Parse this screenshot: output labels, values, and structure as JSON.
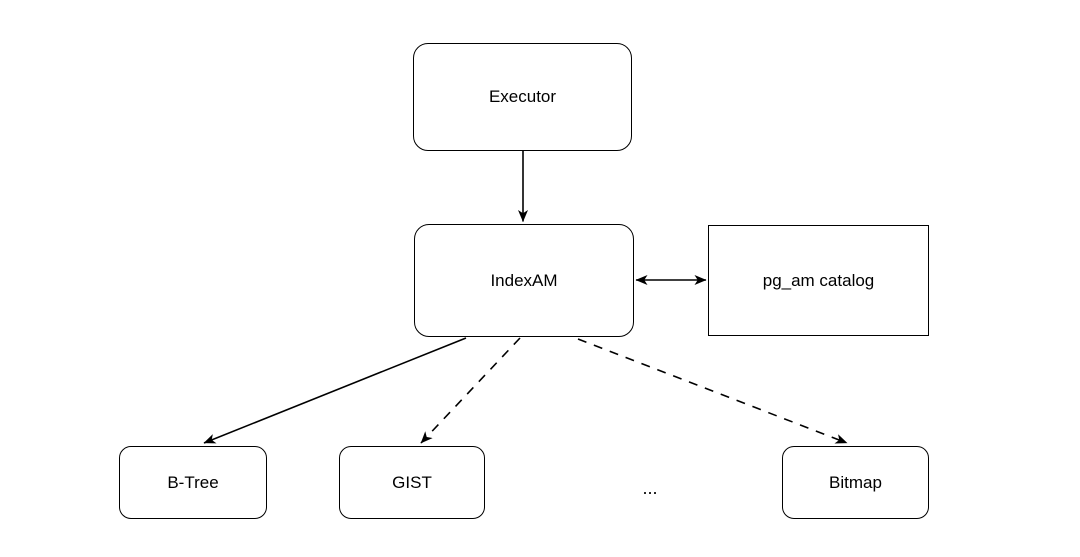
{
  "canvas": {
    "background_color": "#ffffff",
    "stroke_color": "#000000",
    "node_fill_color": "#ffffff",
    "text_color": "#000000"
  },
  "nodes": {
    "executor": {
      "label": "Executor",
      "shape": "rounded-rectangle"
    },
    "indexam": {
      "label": "IndexAM",
      "shape": "rounded-rectangle"
    },
    "pg_am_catalog": {
      "label": "pg_am catalog",
      "shape": "rectangle"
    },
    "btree": {
      "label": "B-Tree",
      "shape": "rounded-rectangle"
    },
    "gist": {
      "label": "GIST",
      "shape": "rounded-rectangle"
    },
    "ellipsis": {
      "label": "...",
      "shape": "text-only"
    },
    "bitmap": {
      "label": "Bitmap",
      "shape": "rounded-rectangle"
    }
  },
  "edges": [
    {
      "from": "executor",
      "to": "indexam",
      "style": "solid",
      "direction": "one-way"
    },
    {
      "from": "indexam",
      "to": "pg_am_catalog",
      "style": "solid",
      "direction": "two-way"
    },
    {
      "from": "indexam",
      "to": "btree",
      "style": "solid",
      "direction": "one-way"
    },
    {
      "from": "indexam",
      "to": "gist",
      "style": "dashed",
      "direction": "one-way"
    },
    {
      "from": "indexam",
      "to": "bitmap",
      "style": "dashed",
      "direction": "one-way"
    }
  ]
}
